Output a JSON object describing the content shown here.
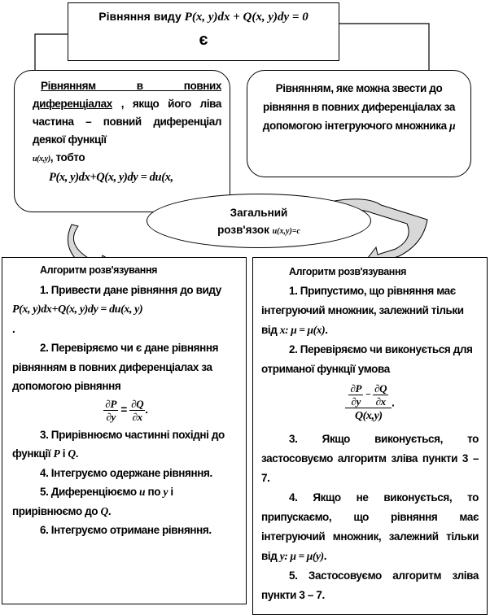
{
  "top": {
    "label": "Рівняння виду",
    "formula": "P(x, y)dx + Q(x, y)dy = 0",
    "is_label": "є"
  },
  "left_box": {
    "term": "Рівнянням в повних диференціалах",
    "text1": ", якщо його ліва частина – повний диференціал деякої функції",
    "fn": "u(x,y)",
    "text2": ", тобто",
    "formula": "P(x, y)dx+Q(x, y)dy = du(x,"
  },
  "right_box": {
    "text": "Рівнянням, яке можна звести до рівняння в повних диференціалах за допомогою інтегруючого множника",
    "mu": "μ"
  },
  "center": {
    "label1": "Загальний",
    "label2": "розв'язок",
    "formula": "u(x,y)=c"
  },
  "left_algo": {
    "title": "Алгоритм розв'язування",
    "s1a": "1. Привести дане рівняння до виду",
    "s1f": "P(x, y)dx+Q(x, y)dy = du(x, y)",
    "s1b": ".",
    "s2": "2. Перевіряємо чи є дане рівняння рівнянням в повних диференціалах за допомогою рівняння",
    "s2_num1": "∂P",
    "s2_den1": "∂y",
    "s2_eq": "=",
    "s2_num2": "∂Q",
    "s2_den2": "∂x",
    "s2_end": ".",
    "s3a": "3. Прирівнюємо частинні похідні до функції",
    "s3p": "P",
    "s3i": "і",
    "s3q": "Q",
    "s3end": ".",
    "s4": "4. Інтегруємо одержане рівняння.",
    "s5a": "5. Диференціюємо",
    "s5u": "u",
    "s5b": "по",
    "s5y": "y",
    "s5c": "і прирівнюємо до",
    "s5q": "Q",
    "s5end": ".",
    "s6": "6. Інтегруємо отримане рівняння."
  },
  "right_algo": {
    "title": "Алгоритм розв'язування",
    "s1": "1. Припустимо, що рівняння має інтегруючий множник, залежний тільки від",
    "s1f": "x: μ = μ(x)",
    "s1end": ".",
    "s2": "2. Перевіряємо чи виконується для отриманої функції умова",
    "f_num1": "∂P",
    "f_den1": "∂y",
    "f_minus": "−",
    "f_num2": "∂Q",
    "f_den2": "∂x",
    "f_den": "Q(x,y)",
    "f_end": ".",
    "s3": "3. Якщо виконується, то застосовуємо алгоритм зліва пункти 3 – 7.",
    "s4": "4. Якщо не виконується, то припускаємо, що рівняння має інтегруючий множник, залежний тільки від",
    "s4f": "y: μ = μ(y)",
    "s4end": ".",
    "s5": "5. Застосовуємо алгоритм зліва пункти 3 – 7."
  }
}
